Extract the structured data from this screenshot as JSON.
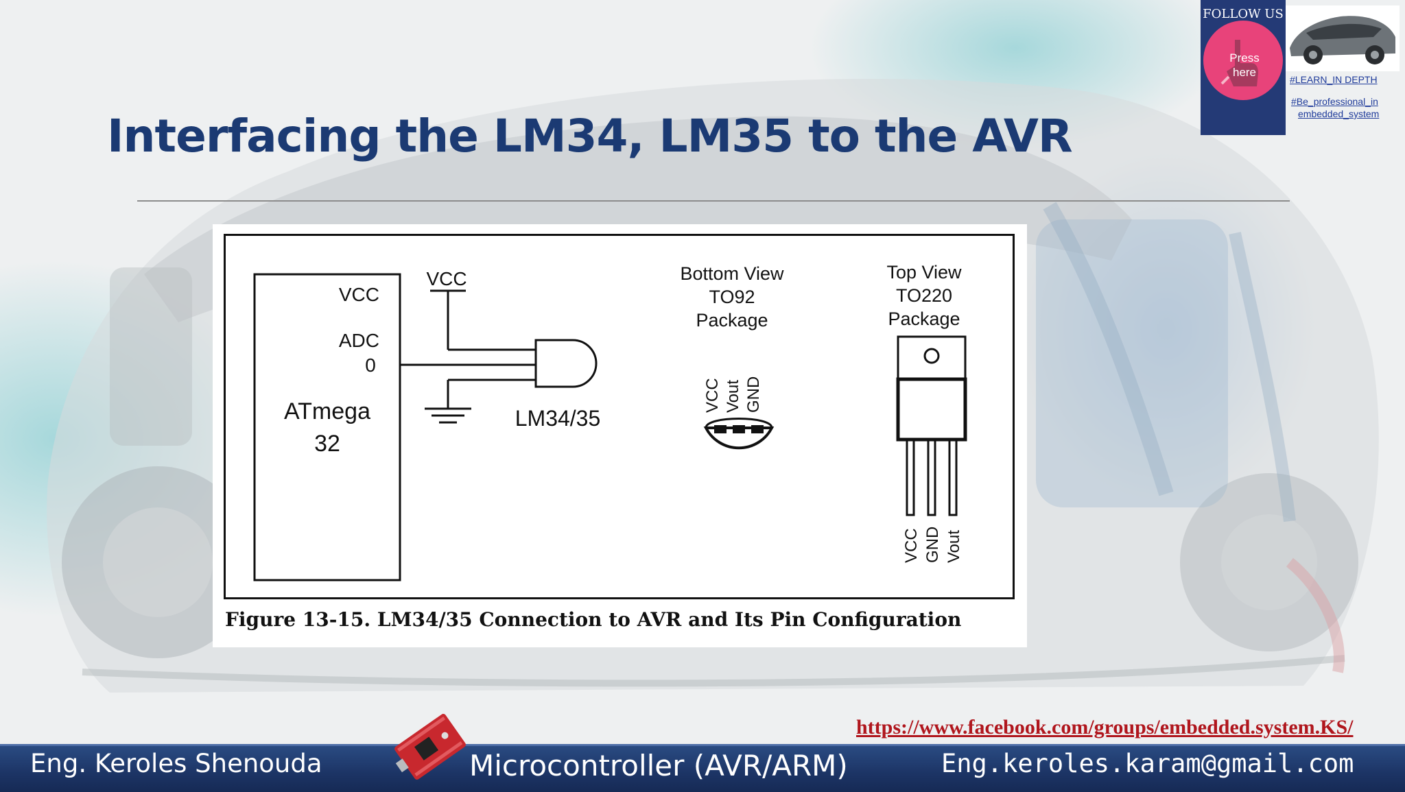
{
  "slide": {
    "title": "Interfacing the LM34, LM35 to the AVR"
  },
  "figure": {
    "caption": "Figure 13-15. LM34/35 Connection to AVR and Its Pin Configuration",
    "mcu": {
      "pin_vcc": "VCC",
      "pin_adc": "ADC",
      "pin_adc_num": "0",
      "name_line1": "ATmega",
      "name_line2": "32"
    },
    "supply_label": "VCC",
    "sensor_label": "LM34/35",
    "to92": {
      "heading": [
        "Bottom View",
        "TO92",
        "Package"
      ],
      "pins": [
        "VCC",
        "Vout",
        "GND"
      ]
    },
    "to220": {
      "heading": [
        "Top View",
        "TO220",
        "Package"
      ],
      "pins": [
        "VCC",
        "GND",
        "Vout"
      ]
    }
  },
  "follow": {
    "label": "FOLLOW US",
    "press_line1": "Press",
    "press_line2": "here",
    "hashtag1": "#LEARN_IN DEPTH",
    "hashtag2_line1": "#Be_professional_in",
    "hashtag2_line2": "embedded_system"
  },
  "link": {
    "facebook": "https://www.facebook.com/groups/embedded.system.KS/"
  },
  "footer": {
    "author": "Eng. Keroles Shenouda",
    "course": "Microcontroller (AVR/ARM)",
    "email": "Eng.keroles.karam@gmail.com"
  },
  "colors": {
    "title": "#1b3a73",
    "footer_bg": "#1c3465",
    "follow_bg": "#243a76",
    "press_circle": "#e8437a",
    "link_red": "#b0161d"
  }
}
